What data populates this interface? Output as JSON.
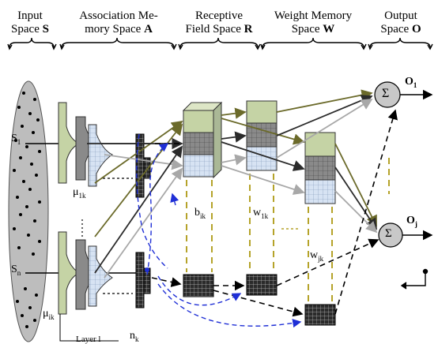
{
  "headers": {
    "input": {
      "line1": "Input",
      "line2_text": "Space ",
      "line2_sym": "S"
    },
    "association": {
      "line1": "Association Me-",
      "line2_text": "mory Space ",
      "line2_sym": "A"
    },
    "receptive": {
      "line1": "Receptive",
      "line2_text": "Field Space ",
      "line2_sym": "R"
    },
    "weight": {
      "line1": "Weight Memory",
      "line2_text": "Space ",
      "line2_sym": "W"
    },
    "output": {
      "line1": "Output",
      "line2_text": "Space ",
      "line2_sym": "O"
    }
  },
  "labels": {
    "s1_main": "S",
    "s1_sub": "1",
    "sn_main": "S",
    "sn_sub": "n",
    "mu1k_main": "μ",
    "mu1k_sub": "1k",
    "muik_main": "μ",
    "muik_sub": "ik",
    "bik_main": "b",
    "bik_sub": "ik",
    "w1k_main": "w",
    "w1k_sub": "1k",
    "wjk_main": "w",
    "wjk_sub": "jk",
    "o1_main": "O",
    "o1_sub": "1",
    "oj_main": "O",
    "oj_sub": "j",
    "sum_symbol": "Σ",
    "layer_text": "Layer l",
    "nk_main": "n",
    "nk_sub": "k"
  },
  "colors": {
    "olive": "#6b6a2a",
    "green_fill": "#c5d3a5",
    "gray_fill": "#8a8a8a",
    "blue_fill": "#d7e3f3",
    "dark": "#2b2b2b",
    "light_gray": "#a8a8a8",
    "blue_dash": "#1f2fd6",
    "dashed_yellow": "#b5a32a",
    "ellipse_fill": "#bdbdbd",
    "sum_fill": "#c8c8c8"
  }
}
